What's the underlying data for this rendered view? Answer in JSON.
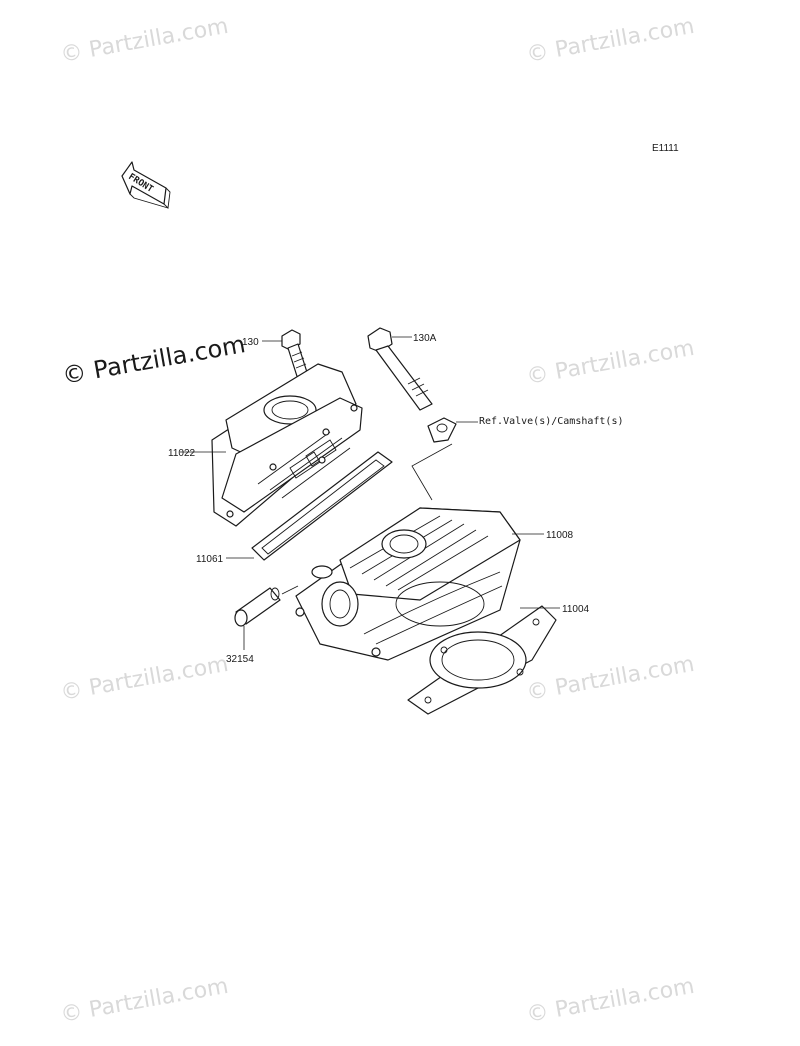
{
  "diagram_code": "E1111",
  "front_arrow": {
    "label": "FRONT"
  },
  "watermarks": {
    "small": "© Partzilla.com",
    "main": "© Partzilla.com"
  },
  "callouts": {
    "bolt": "130",
    "stud_bolt": "130A",
    "reference": "Ref.Valve(s)/Camshaft(s)",
    "cover": "11022",
    "cover_gasket": "11061",
    "cylinder_head": "11008",
    "head_gasket": "11004",
    "pipe": "32154"
  }
}
